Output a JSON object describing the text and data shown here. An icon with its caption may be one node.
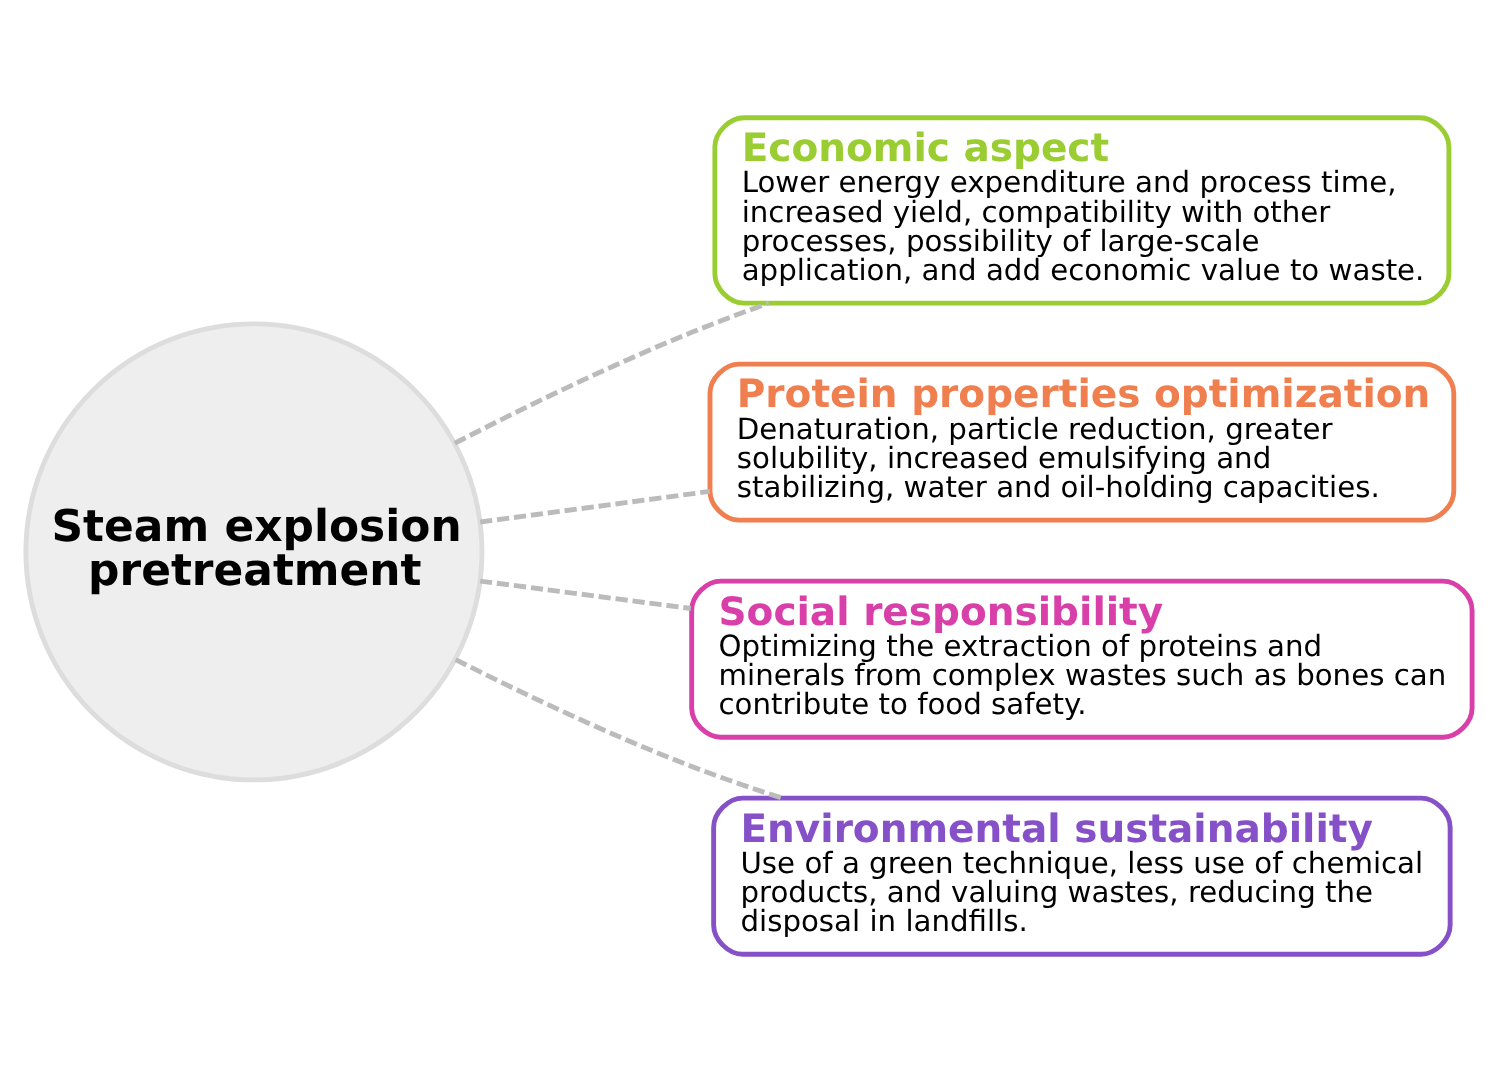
{
  "diagram": {
    "nodes": [
      {
        "text": [
          "Steam explosion pretreatment"
        ]
      },
      {
        "text": [
          "Economic aspect",
          "Lower energy expenditure and process time, increased yield, compatibility with other processes, possibility of large-scale application, and add economic value to waste."
        ]
      },
      {
        "text": [
          "Protein properties optimization",
          "Denaturation, particle reduction, greater solubility, increased emulsifying and stabilizing, water and oil-holding capacities."
        ]
      },
      {
        "text": [
          "Social responsibility",
          "Optimizing the extraction of proteins and minerals from complex wastes such as bones can contribute to food safety."
        ]
      },
      {
        "text": [
          "Environmental sustainability",
          "Use of a green technique, less use of chemical products, and valuing wastes, reducing the disposal in landfills."
        ]
      }
    ],
    "edges": [
      {
        "from": 0,
        "to": 1,
        "arrow": "none",
        "style": "dashed"
      },
      {
        "from": 0,
        "to": 2,
        "arrow": "none",
        "style": "dashed"
      },
      {
        "from": 0,
        "to": 3,
        "arrow": "none",
        "style": "dashed"
      },
      {
        "from": 0,
        "to": 4,
        "arrow": "none",
        "style": "dashed"
      }
    ]
  }
}
